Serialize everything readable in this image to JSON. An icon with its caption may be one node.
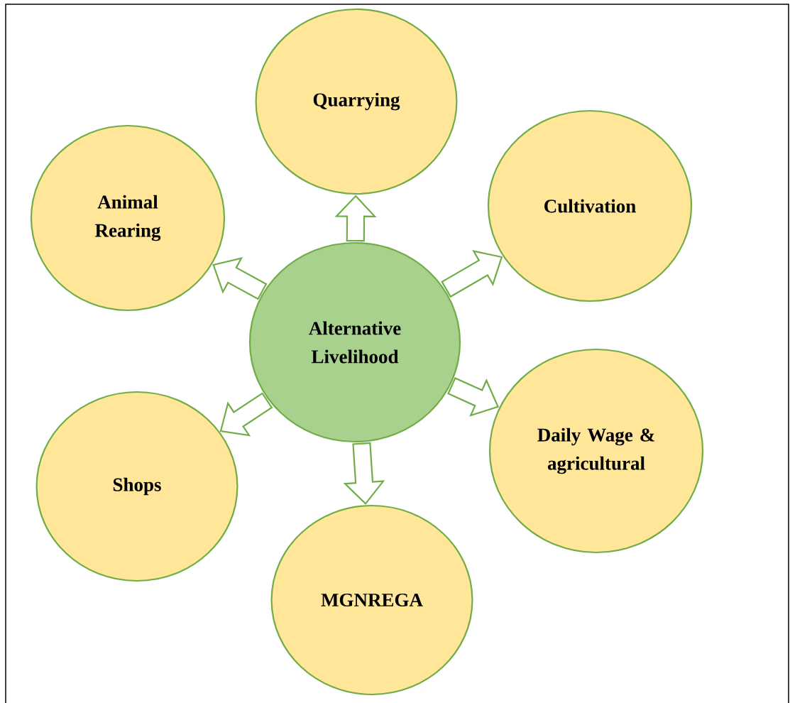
{
  "diagram": {
    "nodes": [
      {
        "text": [
          "Alternative Livelihood"
        ]
      },
      {
        "text": [
          "Quarrying"
        ]
      },
      {
        "text": [
          "Cultivation"
        ]
      },
      {
        "text": [
          "Daily Wage & agricultural"
        ]
      },
      {
        "text": [
          "MGNREGA"
        ]
      },
      {
        "text": [
          "Shops"
        ]
      },
      {
        "text": [
          "Animal Rearing"
        ]
      }
    ],
    "edges": [
      {
        "from": 0,
        "to": 1,
        "arrow": "to"
      },
      {
        "from": 0,
        "to": 2,
        "arrow": "to"
      },
      {
        "from": 0,
        "to": 3,
        "arrow": "to"
      },
      {
        "from": 0,
        "to": 4,
        "arrow": "to"
      },
      {
        "from": 0,
        "to": 5,
        "arrow": "to"
      },
      {
        "from": 0,
        "to": 6,
        "arrow": "to"
      }
    ]
  }
}
